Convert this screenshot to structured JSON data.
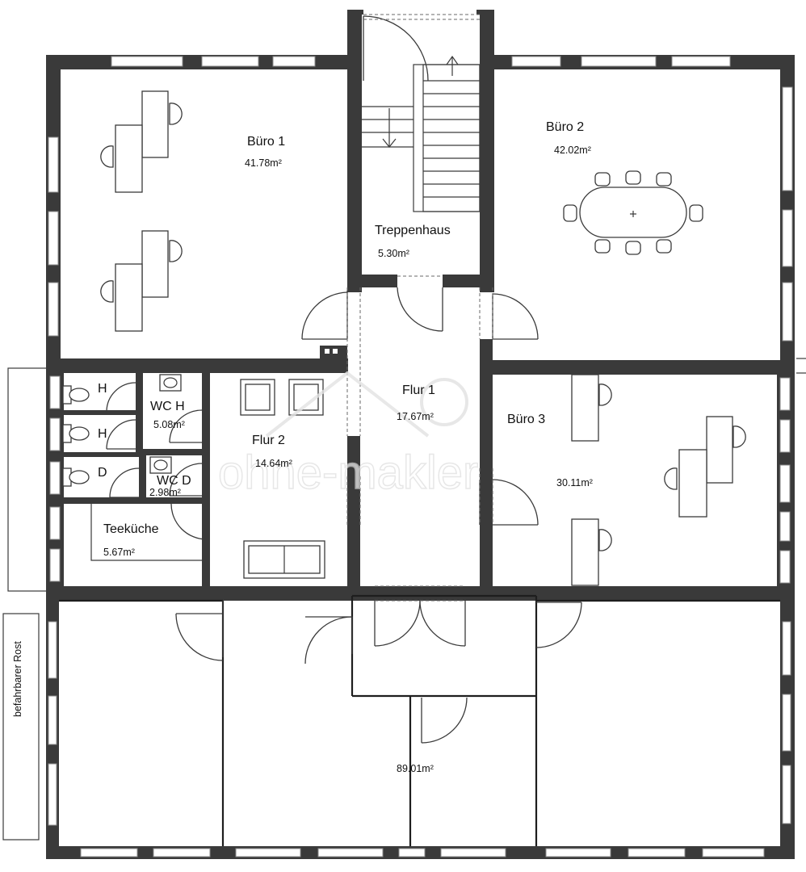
{
  "rooms": {
    "buero1": {
      "name": "Büro 1",
      "area": "41.78m²"
    },
    "buero2": {
      "name": "Büro 2",
      "area": "42.02m²"
    },
    "treppenhaus": {
      "name": "Treppenhaus",
      "area": "5.30m²"
    },
    "flur1": {
      "name": "Flur 1",
      "area": "17.67m²"
    },
    "flur2": {
      "name": "Flur 2",
      "area": "14.64m²"
    },
    "buero3": {
      "name": "Büro 3",
      "area": "30.11m²"
    },
    "wch": {
      "name": "WC H",
      "area": "5.08m²"
    },
    "wcd": {
      "name": "WC D",
      "area": "2.98m²"
    },
    "teekueche": {
      "name": "Teeküche",
      "area": "5.67m²"
    },
    "unten": {
      "area": "89.01m²"
    }
  },
  "wc_labels": {
    "h1": "H",
    "h2": "H",
    "d": "D"
  },
  "side_label": "befahrbarer Rost",
  "watermark": "ohne-makler",
  "colors": {
    "wall": "#3a3a3a",
    "background": "#ffffff"
  }
}
